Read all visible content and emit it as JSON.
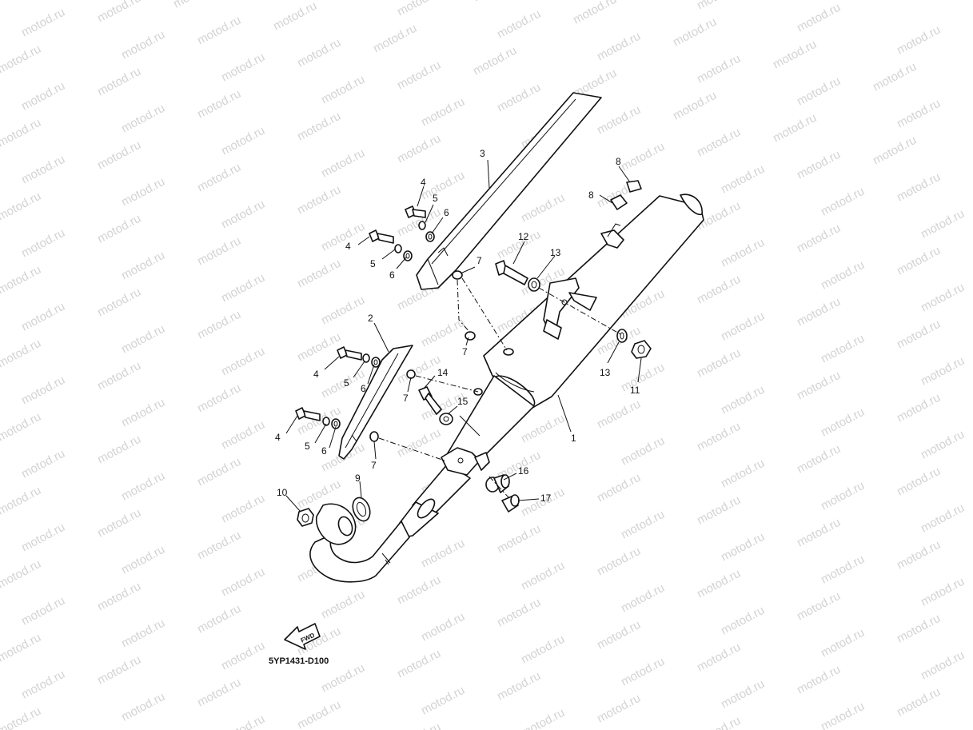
{
  "watermark_text": "motod.ru",
  "callouts": [
    "1",
    "2",
    "3",
    "4",
    "5",
    "6",
    "7",
    "8",
    "9",
    "10",
    "11",
    "12",
    "13",
    "14",
    "15",
    "16",
    "17"
  ],
  "fwd_label": "FWD",
  "reference_code": "5YP1431-D100"
}
